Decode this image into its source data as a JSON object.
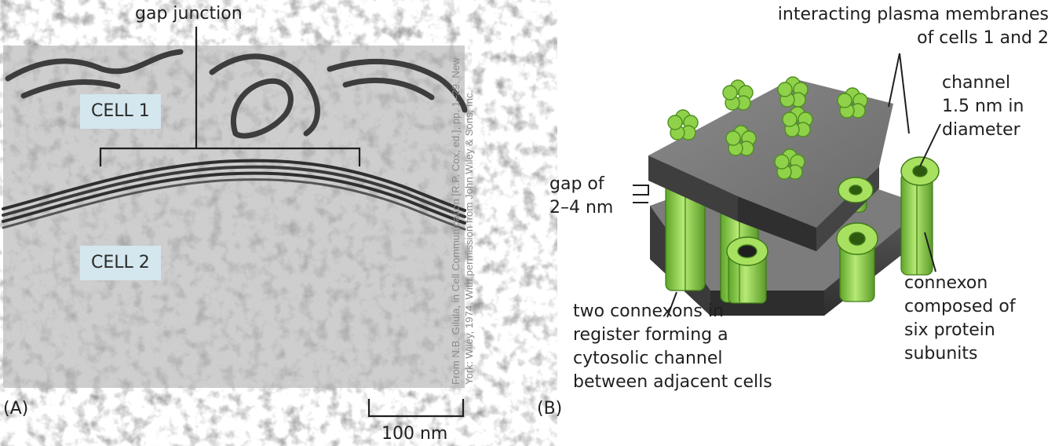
{
  "panel_a": {
    "panel_letter": "(A)",
    "gap_junction_label": "gap junction",
    "cell1_label": "CELL 1",
    "cell2_label": "CELL 2",
    "scale_bar_label": "100 nm",
    "credit": "From N.B. Gilula, in Cell Communication [R.P. Cox, ed.], pp. 1–29. New\nYork: Wiley, 1974. With permission from John Wiley & Sons, Inc."
  },
  "panel_b": {
    "panel_letter": "(B)",
    "membranes_label": "interacting plasma membranes\nof cells 1 and 2",
    "channel_label": "channel\n1.5 nm in\ndiameter",
    "gap_label": "gap of\n2–4 nm",
    "connexons_register_label": "two connexons in\nregister forming a\ncytosolic channel\nbetween adjacent cells",
    "connexon_label": "connexon\ncomposed of\nsix protein\nsubunits"
  },
  "colors": {
    "micrograph_bg": "#e4e4e4",
    "membrane_dark": "#3a3a3a",
    "membrane_grey": "#6f6f6f",
    "connexon_green": "#8fd24a",
    "connexon_dark": "#4e8f1f",
    "cell_label_bg": "#d4e7ee"
  }
}
